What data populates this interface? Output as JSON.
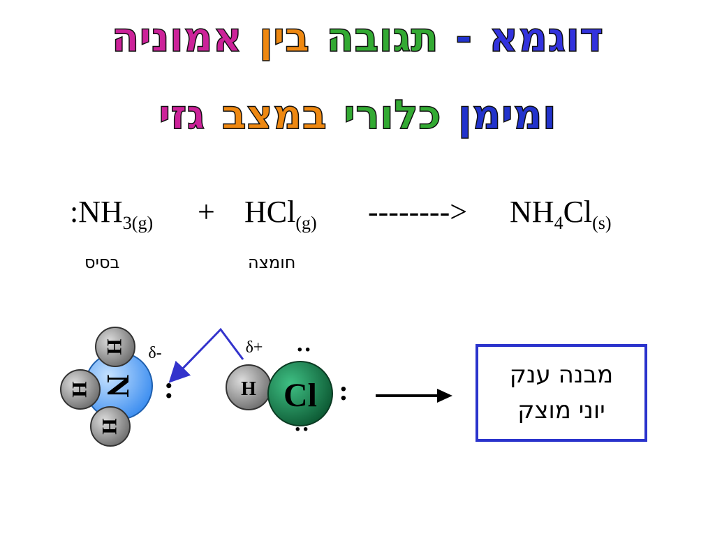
{
  "title": {
    "line1": [
      {
        "text": "דוגמא",
        "color": "#3333dd"
      },
      {
        "text": "-",
        "color": "#2233cc"
      },
      {
        "text": "תגובה",
        "color": "#33aa33"
      },
      {
        "text": "בין",
        "color": "#ee8811"
      },
      {
        "text": "אמוניה",
        "color": "#cc2299"
      }
    ],
    "line2": [
      {
        "text": "ומימן",
        "color": "#2233cc"
      },
      {
        "text": "כלורי",
        "color": "#33aa33"
      },
      {
        "text": "במצב",
        "color": "#ee8811"
      },
      {
        "text": "גזי",
        "color": "#cc2299"
      }
    ]
  },
  "equation": {
    "reactant1_prefix": ":NH",
    "reactant1_sub": "3(g)",
    "plus": "+",
    "reactant2": "HCl",
    "reactant2_sub": "(g)",
    "arrow": "-------->",
    "product_a": "NH",
    "product_sub1": "4",
    "product_b": "Cl",
    "product_sub2": "(s)"
  },
  "labels": {
    "base": "בסיס",
    "acid": "חומצה"
  },
  "molecules": {
    "ammonia": {
      "center": "N",
      "hydrogen": "H",
      "delta": "δ-",
      "lone_pair": ":",
      "center_color": "#4f9df5",
      "h_color": "#777777"
    },
    "hcl": {
      "hydrogen": "H",
      "center": "Cl",
      "delta": "δ+",
      "lone_pair_side": ":",
      "lone_pair_top": "··",
      "center_color": "#1a7a4a",
      "h_color": "#777777"
    }
  },
  "product_box": {
    "line1": "מבנה ענק",
    "line2": "יוני מוצק",
    "border_color": "#2a33cc"
  },
  "arrow_color": "#3333cc"
}
